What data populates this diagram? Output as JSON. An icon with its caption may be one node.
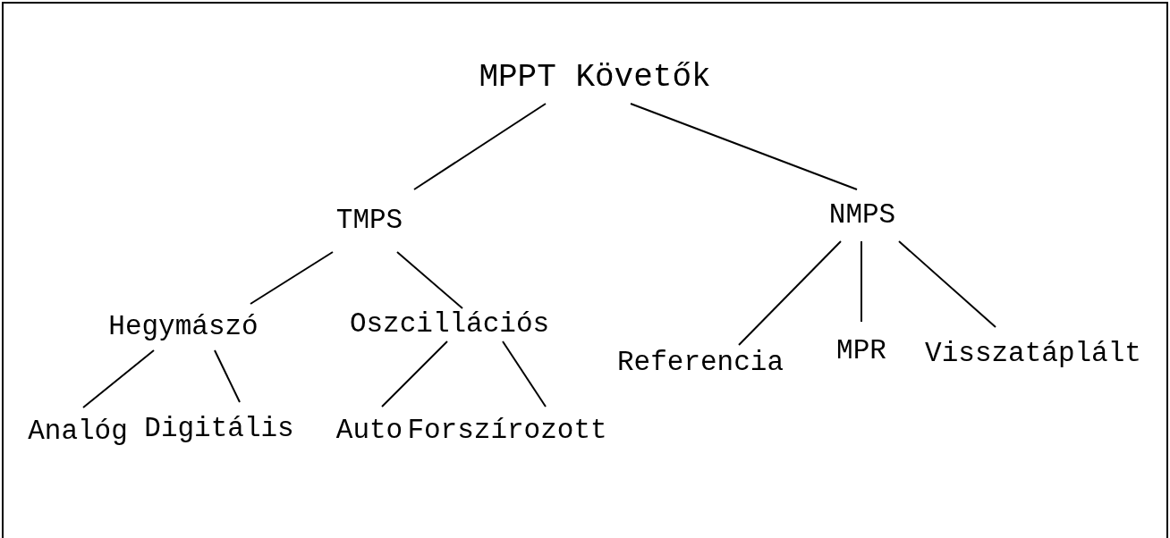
{
  "diagram": {
    "nodes": [
      {
        "text": [
          "MPPT Követők"
        ]
      },
      {
        "text": [
          "TMPS"
        ]
      },
      {
        "text": [
          "NMPS"
        ]
      },
      {
        "text": [
          "Hegymászó"
        ]
      },
      {
        "text": [
          "Oszcillációs"
        ]
      },
      {
        "text": [
          "Referencia"
        ]
      },
      {
        "text": [
          "MPR"
        ]
      },
      {
        "text": [
          "Visszatáplált"
        ]
      },
      {
        "text": [
          "Analóg"
        ]
      },
      {
        "text": [
          "Digitális"
        ]
      },
      {
        "text": [
          "Auto"
        ]
      },
      {
        "text": [
          "Forszírozott"
        ]
      }
    ],
    "edges": [
      {
        "from": 0,
        "to": 1,
        "arrow": "none"
      },
      {
        "from": 0,
        "to": 2,
        "arrow": "none"
      },
      {
        "from": 1,
        "to": 3,
        "arrow": "none"
      },
      {
        "from": 1,
        "to": 4,
        "arrow": "none"
      },
      {
        "from": 2,
        "to": 5,
        "arrow": "none"
      },
      {
        "from": 2,
        "to": 6,
        "arrow": "none"
      },
      {
        "from": 2,
        "to": 7,
        "arrow": "none"
      },
      {
        "from": 3,
        "to": 8,
        "arrow": "none"
      },
      {
        "from": 3,
        "to": 9,
        "arrow": "none"
      },
      {
        "from": 4,
        "to": 10,
        "arrow": "none"
      },
      {
        "from": 4,
        "to": 11,
        "arrow": "none"
      }
    ]
  }
}
